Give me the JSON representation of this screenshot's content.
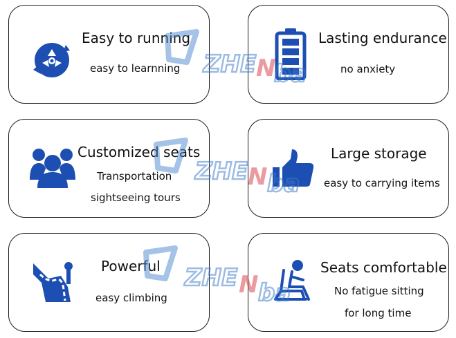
{
  "accent_color": "#1d4fb3",
  "cards": [
    {
      "icon": "wheel-gear-icon",
      "title": "Easy to running",
      "lines": [
        "easy to learnning"
      ]
    },
    {
      "icon": "battery-icon",
      "title": "Lasting endurance",
      "lines": [
        "no anxiety"
      ]
    },
    {
      "icon": "group-people-icon",
      "title": "Customized seats",
      "lines": [
        "Transportation",
        "sightseeing tours"
      ]
    },
    {
      "icon": "thumbs-up-icon",
      "title": "Large storage",
      "lines": [
        "easy to carrying items"
      ]
    },
    {
      "icon": "road-incline-icon",
      "title": "Powerful",
      "lines": [
        "easy climbing"
      ]
    },
    {
      "icon": "seated-person-icon",
      "title": "Seats comfortable",
      "lines": [
        "No fatigue sitting",
        "for long time"
      ]
    }
  ],
  "watermark": {
    "text_main": "ZHEN",
    "text_tail": "ba"
  }
}
